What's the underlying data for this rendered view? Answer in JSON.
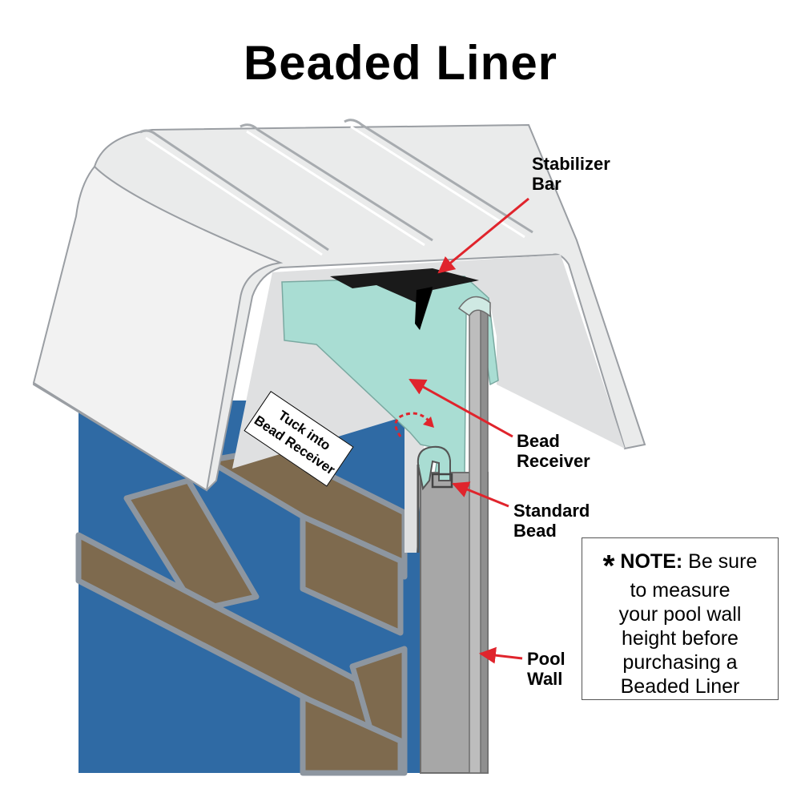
{
  "title": "Beaded Liner",
  "labels": {
    "stabilizer_bar": [
      "Stabilizer",
      "Bar"
    ],
    "bead_receiver": [
      "Bead",
      "Receiver"
    ],
    "standard_bead": [
      "Standard",
      "Bead"
    ],
    "pool_wall": [
      "Pool",
      "Wall"
    ]
  },
  "tuck_note": [
    "Tuck into",
    "Bead Receiver"
  ],
  "note": {
    "asterisk": "*",
    "label": "NOTE:",
    "line1": "Be sure",
    "lines": [
      "to measure",
      "your pool wall",
      "height before",
      "purchasing a",
      "Beaded Liner"
    ]
  },
  "colors": {
    "liner_blue": "#2f6aa4",
    "brick_brown": "#7e6a4e",
    "brick_outline": "#8d96a0",
    "coping_white": "#eceded",
    "receiver_teal": "#a9ddd3",
    "wall_gray": "#a7a7a7",
    "arrow_red": "#e0242c",
    "stabilizer_black": "#1a1a1a"
  }
}
